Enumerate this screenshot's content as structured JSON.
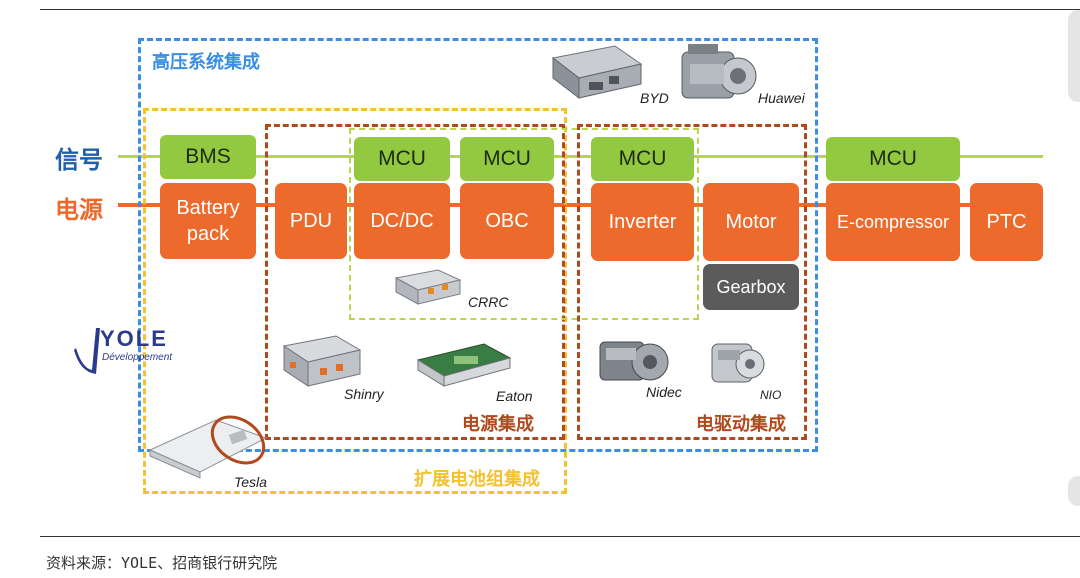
{
  "regions": {
    "high_voltage": "高压系统集成",
    "extended_battery": "扩展电池组集成",
    "power": "电源集成",
    "electric_drive": "电驱动集成"
  },
  "lines": {
    "signal": "信号",
    "power": "电源"
  },
  "mcu_boxes": [
    "BMS",
    "MCU",
    "MCU",
    "MCU",
    "MCU"
  ],
  "components": {
    "battery_pack": "Battery\npack",
    "pdu": "PDU",
    "dcdc": "DC/DC",
    "obc": "OBC",
    "inverter": "Inverter",
    "motor": "Motor",
    "gearbox": "Gearbox",
    "ecompressor": "E-compressor",
    "ptc": "PTC"
  },
  "brands": {
    "byd": "BYD",
    "huawei": "Huawei",
    "crrc": "CRRC",
    "shinry": "Shinry",
    "eaton": "Eaton",
    "nidec": "Nidec",
    "nio": "NIO",
    "tesla": "Tesla"
  },
  "logo": {
    "name": "YOLE",
    "sub": "Développement"
  },
  "footer": "资料来源：YOLE、招商银行研究院",
  "colors": {
    "orange": "#ec6a2c",
    "green": "#93c940",
    "blue_dash": "#3a8ee6",
    "yellow_dash": "#f2c230",
    "brown_dash": "#b04a1e",
    "lime_dash": "#b8d64a",
    "signal_blue": "#1f5fa8"
  }
}
